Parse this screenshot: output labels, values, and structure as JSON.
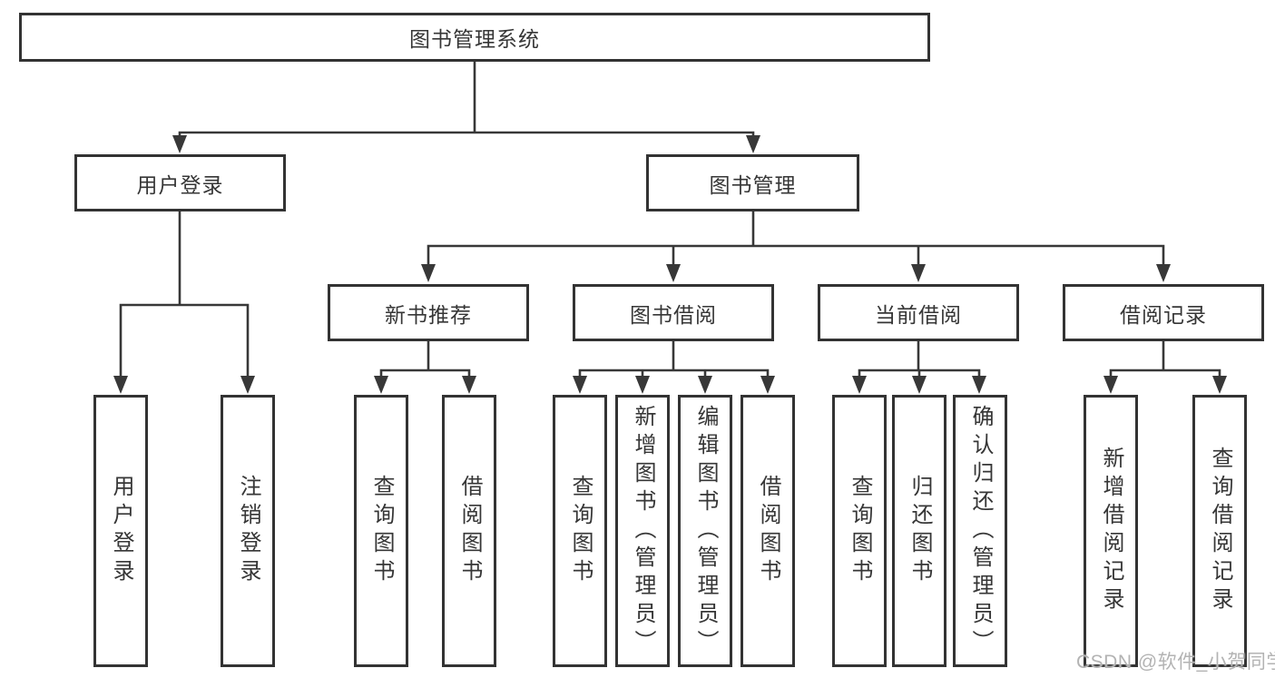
{
  "root": {
    "label": "图书管理系统"
  },
  "level2": {
    "user_login": "用户登录",
    "book_management": "图书管理"
  },
  "level3": {
    "new_book_recommend": "新书推荐",
    "book_borrowing": "图书借阅",
    "current_borrowing": "当前借阅",
    "borrowing_records": "借阅记录"
  },
  "leaves": {
    "user_login": [
      "用户登录",
      "注销登录"
    ],
    "new_book_recommend": [
      "查询图书",
      "借阅图书"
    ],
    "book_borrowing": [
      "查询图书",
      "新增图书（管理员）",
      "编辑图书（管理员）",
      "借阅图书"
    ],
    "current_borrowing": [
      "查询图书",
      "归还图书",
      "确认归还（管理员）"
    ],
    "borrowing_records": [
      "新增借阅记录",
      "查询借阅记录"
    ]
  },
  "watermark": "CSDN @软件_小贺同学",
  "colors": {
    "line": "#383838",
    "border": "#333333",
    "text": "#363636",
    "watermark": "#b3b3b3",
    "background": "#ffffff"
  }
}
